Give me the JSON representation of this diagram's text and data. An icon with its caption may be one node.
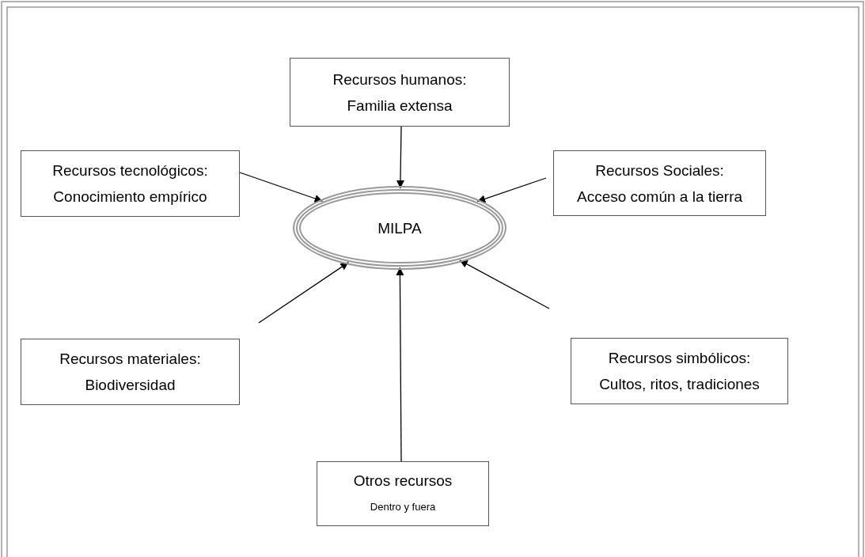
{
  "diagram": {
    "nodes": [
      {
        "text": [
          "Recursos humanos:",
          "Familia extensa"
        ]
      },
      {
        "text": [
          "Recursos tecnológicos:",
          "Conocimiento empírico"
        ]
      },
      {
        "text": [
          "Recursos Sociales:",
          "Acceso común a la tierra"
        ]
      },
      {
        "text": [
          "MILPA"
        ]
      },
      {
        "text": [
          "Recursos materiales:",
          "Biodiversidad"
        ]
      },
      {
        "text": [
          "Recursos simbólicos:",
          "Cultos, ritos, tradiciones"
        ]
      },
      {
        "text": [
          "Otros recursos",
          "Dentro y fuera"
        ]
      }
    ],
    "edges": [
      {
        "from": 0,
        "to": 3,
        "arrow": "to"
      },
      {
        "from": 1,
        "to": 3,
        "arrow": "to"
      },
      {
        "from": 2,
        "to": 3,
        "arrow": "to"
      },
      {
        "from": 4,
        "to": 3,
        "arrow": "to"
      },
      {
        "from": 5,
        "to": 3,
        "arrow": "to"
      },
      {
        "from": 6,
        "to": 3,
        "arrow": "to"
      }
    ]
  }
}
